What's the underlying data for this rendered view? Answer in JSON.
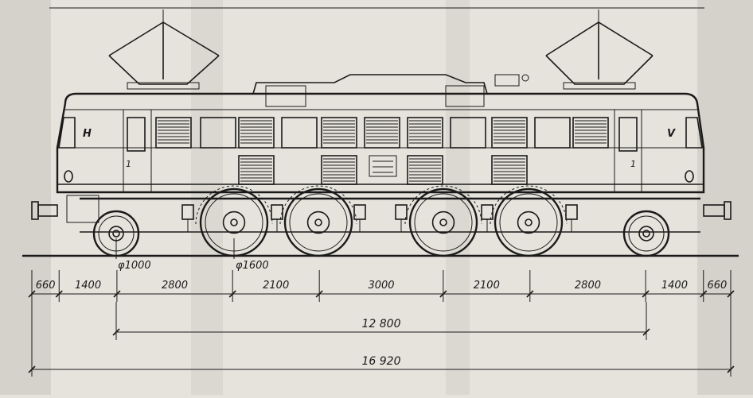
{
  "ink_color": "#1a1a1a",
  "paper_color": "#e6e3dc",
  "cab_letters": {
    "rear": "H",
    "front": "V"
  },
  "cab_numbers": {
    "rear": "1",
    "front": "1"
  },
  "wheel_labels": {
    "carrying_wheel": "φ1000",
    "driving_wheel": "φ1600"
  },
  "dimensions": {
    "segments": [
      "660",
      "1400",
      "2800",
      "2100",
      "3000",
      "2100",
      "2800",
      "1400",
      "660"
    ],
    "wheelbase": "12 800",
    "overall_length": "16 920"
  }
}
